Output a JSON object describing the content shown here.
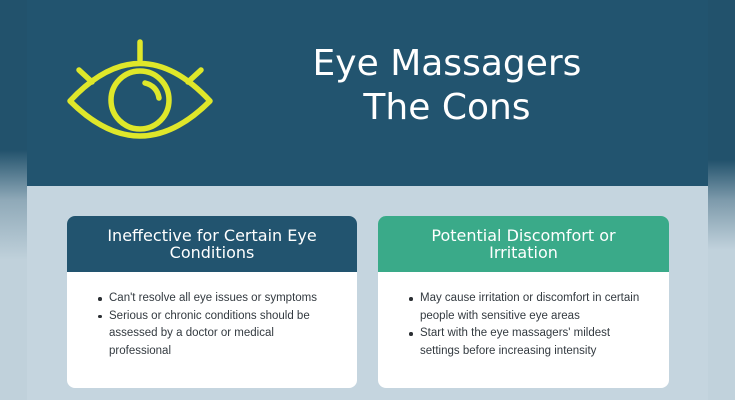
{
  "hero": {
    "title_line1": "Eye Massagers",
    "title_line2": "The Cons",
    "icon": "eye-icon",
    "background_color": "#22546f",
    "icon_color": "#dfe72a"
  },
  "cards": [
    {
      "title": "Ineffective for Certain Eye Conditions",
      "header_color": "#22546f",
      "items": [
        "Can't resolve all eye issues or symptoms",
        "Serious or chronic conditions should be assessed by a doctor or medical professional"
      ]
    },
    {
      "title": "Potential Discomfort or Irritation",
      "header_color": "#3aaa89",
      "items": [
        "May cause irritation or discomfort in certain people with sensitive eye areas",
        "Start with the eye massagers' mildest settings before increasing intensity"
      ]
    }
  ],
  "colors": {
    "page_background": "#c5d5df",
    "card_background": "#ffffff",
    "text": "#333a40"
  }
}
